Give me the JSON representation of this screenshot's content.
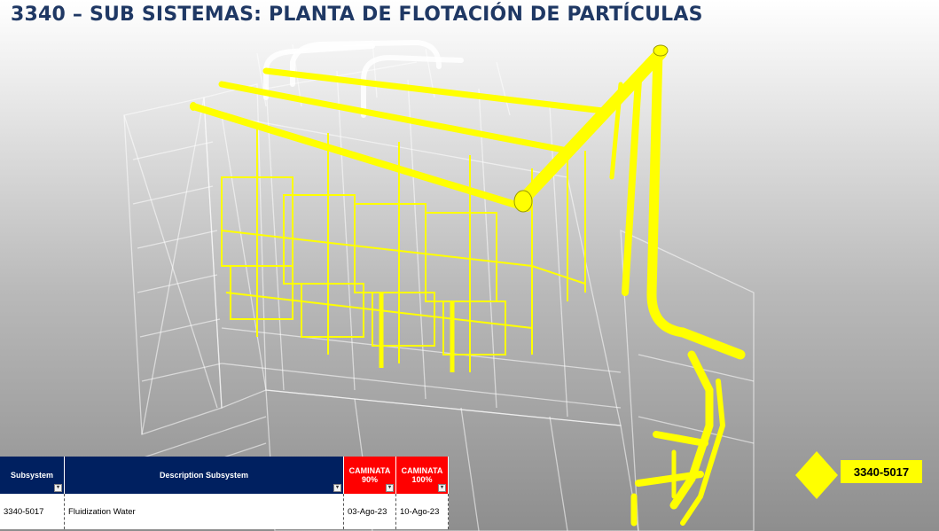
{
  "slide": {
    "title": "3340 – SUB SISTEMAS: PLANTA DE FLOTACIÓN DE PARTÍCULAS"
  },
  "tag": {
    "label": "3340-5017",
    "color": "#ffff00"
  },
  "table": {
    "headers": [
      "Subsystem",
      "Description Subsystem",
      "CAMINATA 90%",
      "CAMINATA 100%"
    ],
    "header_colors": [
      "#002060",
      "#002060",
      "#ff0000",
      "#ff0000"
    ],
    "rows": [
      [
        "3340-5017",
        "Fluidization Water",
        "03-Ago-23",
        "10-Ago-23"
      ]
    ]
  },
  "colors": {
    "title": "#1f3864",
    "highlight_pipe": "#ffff00",
    "structure": "#ffffff"
  }
}
